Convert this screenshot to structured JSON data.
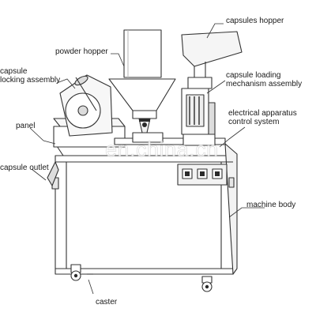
{
  "labels": {
    "capsules_hopper": "capsules hopper",
    "powder_hopper": "powder hopper",
    "capsule_locking_line1": "capsule",
    "capsule_locking_line2": "locking assembly",
    "capsule_loading_line1": "capsule loading",
    "capsule_loading_line2": "mechanism assembly",
    "electrical_line1": "electrical apparatus",
    "electrical_line2": "control system",
    "panel": "panel",
    "capsule_outlet": "capsule outlet",
    "machine_body": "machine body",
    "caster": "caster"
  },
  "watermark": "en.china.cn",
  "colors": {
    "line": "#333333",
    "fill": "#ffffff",
    "shade": "#cfcfcf",
    "dark": "#2a2a2a"
  }
}
